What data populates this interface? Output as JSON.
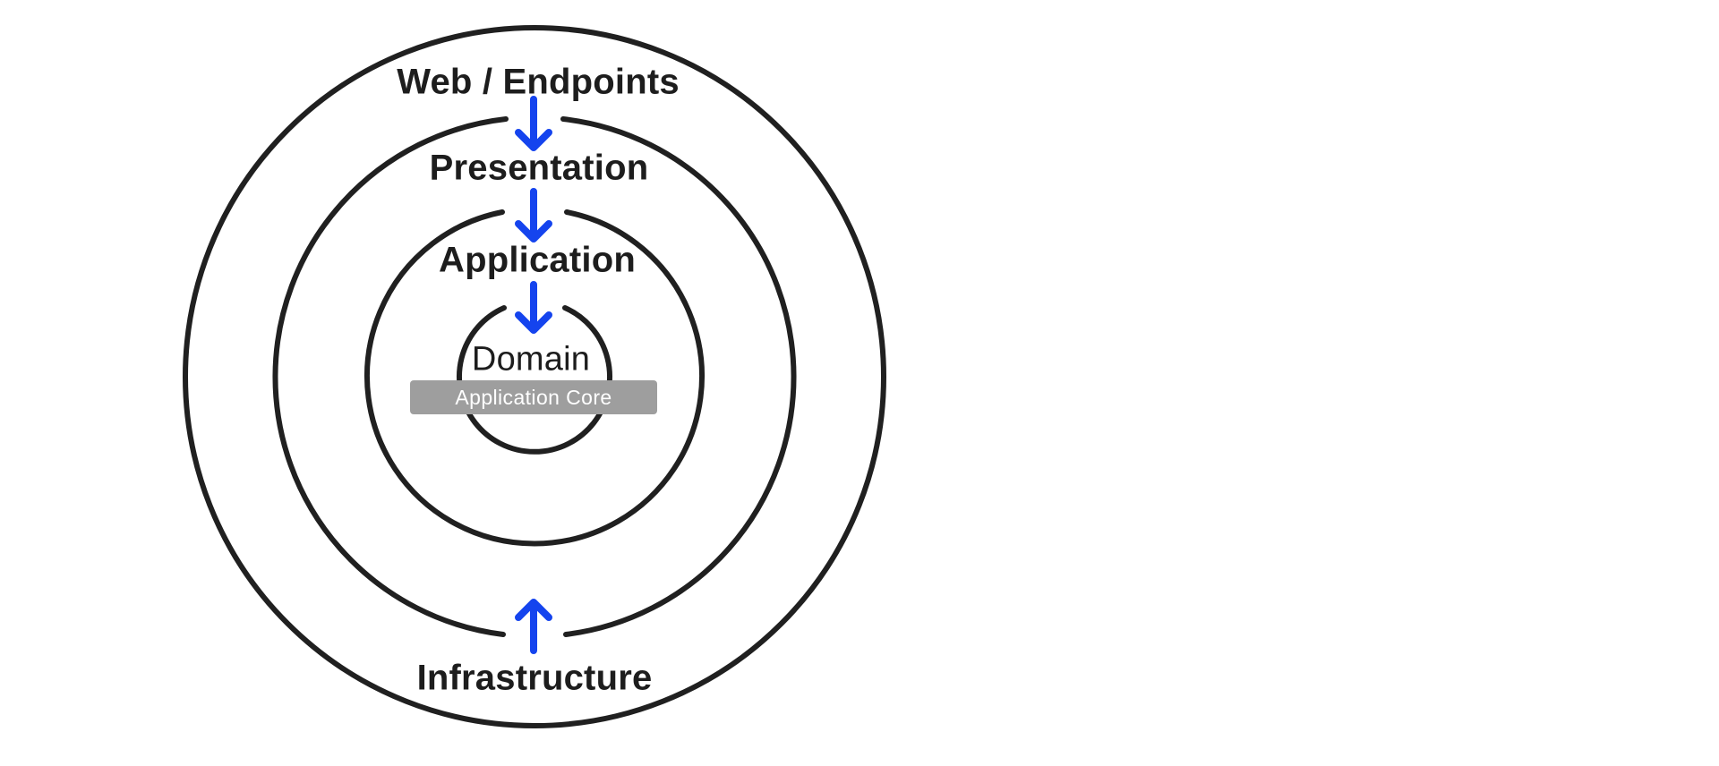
{
  "diagram": {
    "rings": [
      {
        "label": "Web / Endpoints"
      },
      {
        "label": "Presentation"
      },
      {
        "label": "Application"
      },
      {
        "label": "Domain"
      }
    ],
    "bottom_label": "Infrastructure",
    "core_badge_label": "Application Core",
    "arrows": [
      {
        "name": "web-to-presentation",
        "direction": "down"
      },
      {
        "name": "presentation-to-application",
        "direction": "down"
      },
      {
        "name": "application-to-domain",
        "direction": "down"
      },
      {
        "name": "infrastructure-to-core",
        "direction": "up"
      }
    ],
    "colors": {
      "ring_stroke": "#202020",
      "arrow_blue": "#1544ee",
      "badge_bg": "#9e9e9e",
      "badge_text": "#ffffff",
      "label_text": "#1d1d1d",
      "background": "#ffffff"
    }
  }
}
